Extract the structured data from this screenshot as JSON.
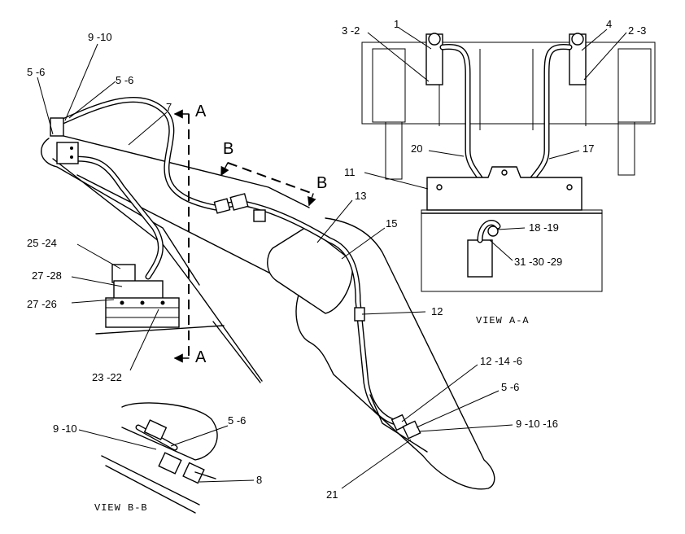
{
  "labels": {
    "l_9_10_top": "9 -10",
    "l_5_6_left": "5 -6",
    "l_5_6_top": "5 -6",
    "l_7": "7",
    "l_25_24": "25 -24",
    "l_27_28": "27 -28",
    "l_27_26": "27 -26",
    "l_23_22": "23 -22",
    "l_13": "13",
    "l_15": "15",
    "l_12": "12",
    "l_12_14_6": "12 -14 -6",
    "l_5_6_right": "5 -6",
    "l_9_10_16": "9 -10 -16",
    "l_21": "21",
    "l_3_2": "3 -2",
    "l_1": "1",
    "l_4": "4",
    "l_2_3": "2 -3",
    "l_20": "20",
    "l_17": "17",
    "l_11": "11",
    "l_18_19": "18 -19",
    "l_31_30_29": "31 -30 -29",
    "l_9_10_bb": "9 -10",
    "l_5_6_bb": "5 -6",
    "l_8": "8"
  },
  "section_marks": {
    "a_top": "A",
    "a_bottom": "A",
    "b_left": "B",
    "b_right": "B"
  },
  "views": {
    "view_aa": "VIEW A-A",
    "view_bb": "VIEW B-B"
  }
}
